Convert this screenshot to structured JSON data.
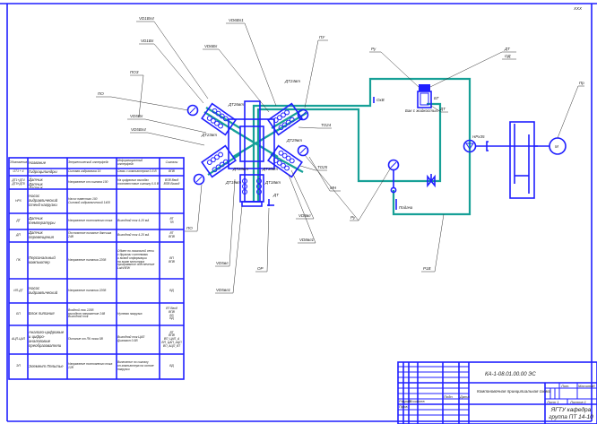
{
  "colors": {
    "frame": "#1f1fff",
    "hydraulic_line": "#17a097",
    "leader": "#333333"
  },
  "labels": {
    "top_right_corner": "ХХХ",
    "vd1_4": "VD1Вл4",
    "vd1": "VD1Вл",
    "vd6": "VD6Вл",
    "vd6_1": "VD6Вл1",
    "pu_top": "ПУ",
    "poz": "ПОЗ",
    "po_left": "ПО",
    "vd5": "VD5Вл",
    "vd5_4": "VD5Вл4",
    "to24": "ТО24",
    "to25": "ТО25",
    "mn": "МН",
    "ru": "Ру",
    "po_low": "ПО",
    "vd5_low": "VD5вл",
    "vd5_low1": "VD5вл1",
    "op": "ОР",
    "vd8": "VD8вл",
    "vd8_1": "VD8вл1",
    "p1v": "Р1В",
    "dt24": "ДТ24вт",
    "dt26": "ДТ26вт",
    "dt23": "ДТ23вт",
    "dt29": "ДТ29вт",
    "dt28": "ДТ28вт",
    "dt30": "ДТ30вт",
    "dt19": "ДТ19вт",
    "dt18": "ДТ18вт",
    "dt": "ДТ",
    "ru_right": "Ру",
    "dt_right": "ДТ",
    "od": "ОД",
    "tank": "Бак с жидкостью",
    "dt_tank": "ДТ",
    "tank_id": "БТ",
    "ohv": "ОхВ",
    "feed": "Подача",
    "pump": "НРх35",
    "motor_tag": "Пр",
    "motor": "М"
  },
  "table": {
    "headers": [
      "Обозначение",
      "Название",
      "Энергетический интерфейс",
      "Информационный интерфейс",
      "Сигналы"
    ],
    "rows": [
      [
        "ОТ1 + 4",
        "Гидроцилиндры",
        "Силовая гидравлика 16",
        "Связь с компьютером 0-5 В",
        "ВПВ"
      ],
      [
        "ДТ1+ДТ4\nДТ5+ДТ8",
        "Датчик\nДатчик\nДатчик\nДатчик",
        "Напряжение от сигнала 100",
        "На цифровых выходах\nсоответствие сигналу 0-5 В",
        "ВПВ Ввод\nВПВ Вывод"
      ],
      [
        "НРХ",
        "Насос гидравлический стенд нагрузки",
        "Насос навесного 100\nСиловой гидравлический 1400",
        "",
        " "
      ],
      [
        "ДТ",
        "Датчик температуры",
        "Напряжение постоянного тока",
        "Выходной ток 4-20 мА",
        "ВТ\nТВ"
      ],
      [
        "ДП",
        "Датчик перемещения",
        "Постоянное питание датчика 24В",
        "Выходной ток 4-20 мА",
        "ВТ\nВПВ"
      ],
      [
        "ПК",
        "Персональный компьютер",
        "Напряжение питания 220В",
        "Обмен по локальной сети\nс другими системами\nи вывод информации\nна экран монитора\nпрограммное обеспечение\nLabVIEW",
        "ВП\nВПВ"
      ],
      [
        "ИП-ДТ",
        "Насос гидравлический",
        "Напряжение питания 220В",
        "",
        "ВД"
      ],
      [
        "БП",
        "Блок питания",
        "Входной ток 220В\nвыходное напряжение 24В\nВыходной ток",
        "Нулевая нагрузка",
        "ВТ Ввод\nВПВ\nВЗ\nВД"
      ],
      [
        "АЦП-ЦАП",
        "Аналого-цифровые и цифро-аналоговые преобразователи",
        "Питание от ПК тока 5В",
        "Выходной ток ЦАП\nДиапазон 0-5В",
        "ВТ\nВПВ\nВП_ЦАП_А\nВП_ЦАП_АЦП\nВП_АЦП_ВТ"
      ],
      [
        "ЭП",
        "Элемент Пельтье",
        "Напряжение постоянного тока 12В",
        "Включение по сигналу\nон компьютера на основе\nнагрузки",
        "ВД"
      ]
    ]
  },
  "stamp": {
    "code": "КА-1-08.01.00.00 ЭС",
    "title": "Компоновочная принципиальная схема",
    "lit": "Лит.",
    "mass": "Масштаб",
    "sheet": "Лист 1",
    "sheets": "Листов 1",
    "org": "ЯГТУ кафедра группа ПТ 14-10",
    "role1": "Разраб.",
    "name1": "Кошелев",
    "role2": "Пров.",
    "sign": "Подп.",
    "date": "Дата"
  }
}
